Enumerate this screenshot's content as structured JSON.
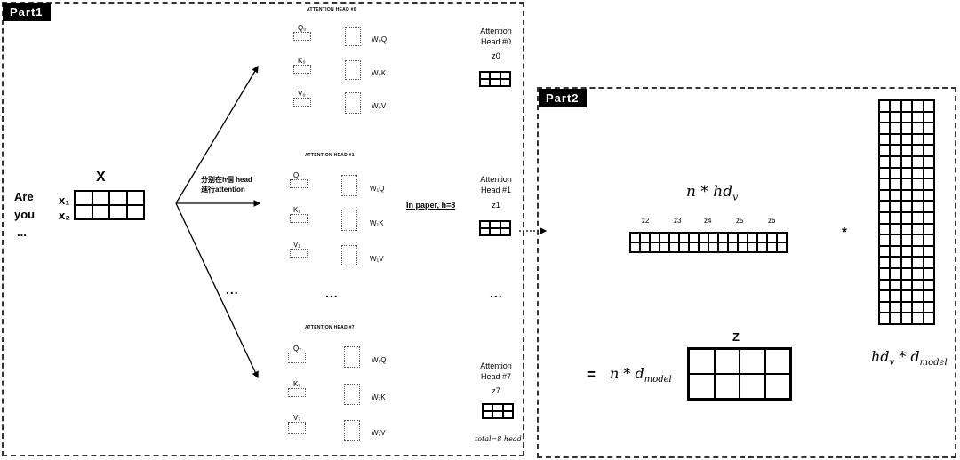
{
  "part1": {
    "tag": "Part1"
  },
  "part2": {
    "tag": "Part2"
  },
  "input": {
    "word1": "Are",
    "word2": "you",
    "ellipsis": "...",
    "matrix_label": "X",
    "row1": "x₁",
    "row2": "x₂"
  },
  "split_label": {
    "line1": "分别在h個 head",
    "line2": "進行attention"
  },
  "fan_ellipsis": "...",
  "paper_note": "In paper, h=8",
  "heads": [
    {
      "title": "ATTENTION HEAD #0",
      "q": "Q₀",
      "k": "K₀",
      "v": "V₀",
      "wq": "W₀Q",
      "wk": "W₀K",
      "wv": "W₀V"
    },
    {
      "title": "ATTENTION HEAD #1",
      "q": "Q₁",
      "k": "K₁",
      "v": "V₁",
      "wq": "W₁Q",
      "wk": "W₁K",
      "wv": "W₁V"
    },
    {
      "title": "ATTENTION HEAD #7",
      "q": "Q₇",
      "k": "K₇",
      "v": "V₇",
      "wq": "W₇Q",
      "wk": "W₇K",
      "wv": "W₇V"
    }
  ],
  "head_ellipsis": "...",
  "outputs": [
    {
      "line1": "Attention",
      "line2": "Head #0",
      "z": "z0"
    },
    {
      "line1": "Attention",
      "line2": "Head #1",
      "z": "z1"
    },
    {
      "line1": "Attention",
      "line2": "Head #7",
      "z": "z7"
    }
  ],
  "output_ellipsis": "...",
  "total_note": "total=8 head",
  "concat": {
    "label": "n * hd",
    "label_sub": "v",
    "cols": [
      "z2",
      "z3",
      "z4",
      "z5",
      "z6"
    ]
  },
  "times": "*",
  "weight": {
    "label": "hd",
    "label_sub": "v",
    "label_mid": " * d",
    "label_sub2": "model"
  },
  "result": {
    "title": "Z",
    "equals": "=",
    "label": "n * d",
    "label_sub": "model"
  }
}
